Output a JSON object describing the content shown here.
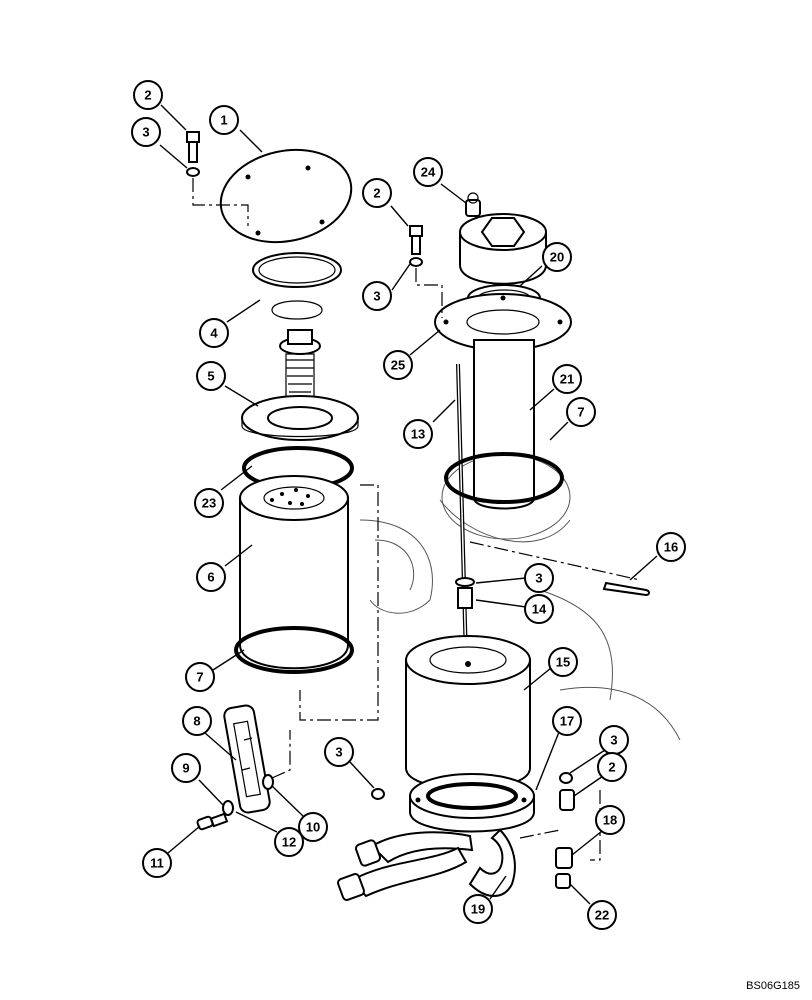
{
  "callouts": [
    {
      "id": "c1",
      "label": "1"
    },
    {
      "id": "c2a",
      "label": "2"
    },
    {
      "id": "c3a",
      "label": "3"
    },
    {
      "id": "c24",
      "label": "24"
    },
    {
      "id": "c2b",
      "label": "2"
    },
    {
      "id": "c20",
      "label": "20"
    },
    {
      "id": "c3b",
      "label": "3"
    },
    {
      "id": "c4",
      "label": "4"
    },
    {
      "id": "c25",
      "label": "25"
    },
    {
      "id": "c5",
      "label": "5"
    },
    {
      "id": "c21",
      "label": "21"
    },
    {
      "id": "c13",
      "label": "13"
    },
    {
      "id": "c7a",
      "label": "7"
    },
    {
      "id": "c23",
      "label": "23"
    },
    {
      "id": "c16",
      "label": "16"
    },
    {
      "id": "c6",
      "label": "6"
    },
    {
      "id": "c3c",
      "label": "3"
    },
    {
      "id": "c14",
      "label": "14"
    },
    {
      "id": "c15",
      "label": "15"
    },
    {
      "id": "c7b",
      "label": "7"
    },
    {
      "id": "c8",
      "label": "8"
    },
    {
      "id": "c17",
      "label": "17"
    },
    {
      "id": "c3d",
      "label": "3"
    },
    {
      "id": "c3e",
      "label": "3"
    },
    {
      "id": "c9",
      "label": "9"
    },
    {
      "id": "c2c",
      "label": "2"
    },
    {
      "id": "c10",
      "label": "10"
    },
    {
      "id": "c18",
      "label": "18"
    },
    {
      "id": "c11",
      "label": "11"
    },
    {
      "id": "c12",
      "label": "12"
    },
    {
      "id": "c19",
      "label": "19"
    },
    {
      "id": "c22",
      "label": "22"
    }
  ],
  "reference_code": "BS06G185"
}
